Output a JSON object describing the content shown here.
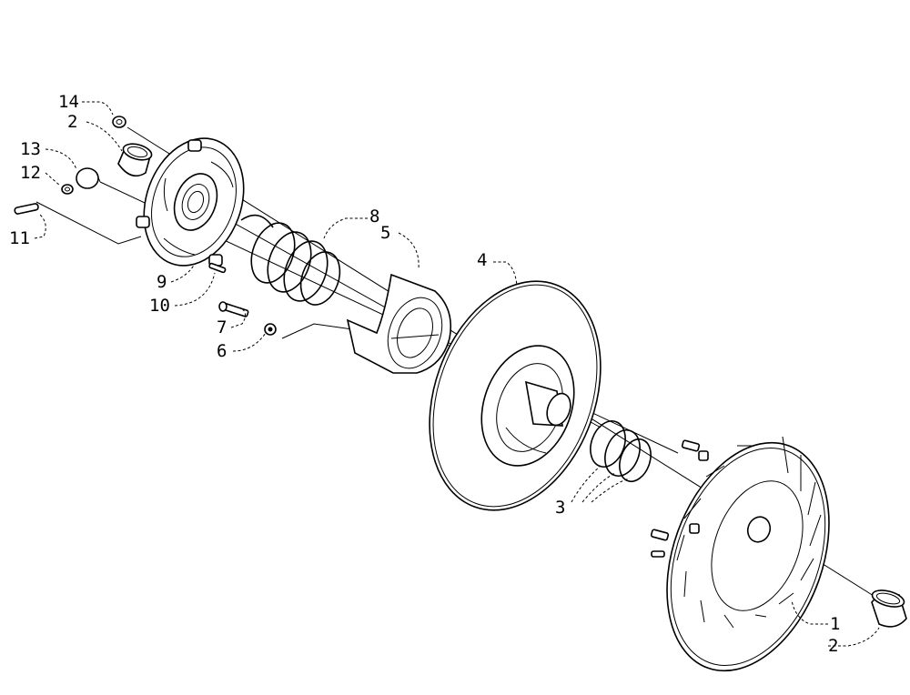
{
  "diagram": {
    "callouts": {
      "c14": "14",
      "c2a": "2",
      "c13": "13",
      "c12": "12",
      "c11": "11",
      "c8": "8",
      "c5": "5",
      "c9": "9",
      "c10": "10",
      "c7": "7",
      "c6": "6",
      "c4": "4",
      "c3": "3",
      "c1": "1",
      "c2b": "2"
    }
  },
  "colors": {
    "ink": "#000000",
    "paper": "#ffffff"
  }
}
